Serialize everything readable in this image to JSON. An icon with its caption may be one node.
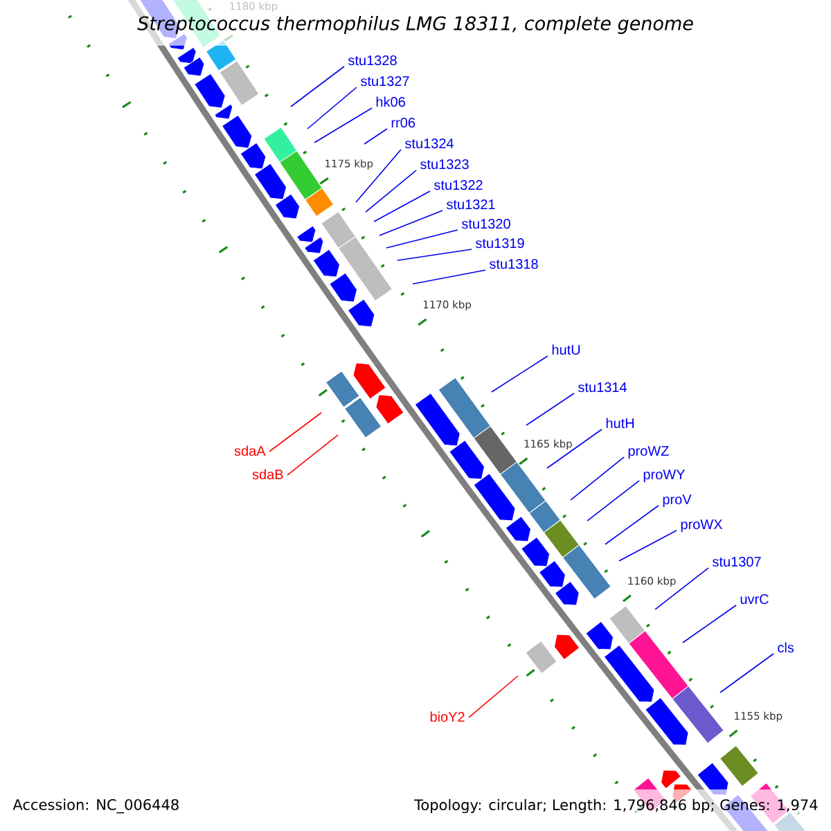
{
  "diagram": {
    "title": "Streptococcus thermophilus LMG 18311, complete genome",
    "nodes": [
      {
        "text": [
          "stu1328"
        ]
      },
      {
        "text": [
          "stu1327"
        ]
      },
      {
        "text": [
          "hk06"
        ]
      },
      {
        "text": [
          "rr06"
        ]
      },
      {
        "text": [
          "stu1324"
        ]
      },
      {
        "text": [
          "stu1323"
        ]
      },
      {
        "text": [
          "stu1322"
        ]
      },
      {
        "text": [
          "stu1321"
        ]
      },
      {
        "text": [
          "stu1320"
        ]
      },
      {
        "text": [
          "stu1319"
        ]
      },
      {
        "text": [
          "stu1318"
        ]
      },
      {
        "text": [
          "hutU"
        ]
      },
      {
        "text": [
          "stu1314"
        ]
      },
      {
        "text": [
          "hutH"
        ]
      },
      {
        "text": [
          "sdaA"
        ]
      },
      {
        "text": [
          "proWZ"
        ]
      },
      {
        "text": [
          "sdaB"
        ]
      },
      {
        "text": [
          "proWY"
        ]
      },
      {
        "text": [
          "proV"
        ]
      },
      {
        "text": [
          "proWX"
        ]
      },
      {
        "text": [
          "stu1307"
        ]
      },
      {
        "text": [
          "uvrC"
        ]
      },
      {
        "text": [
          "cls"
        ]
      },
      {
        "text": [
          "bioY2"
        ]
      }
    ],
    "edges": [
      {
        "from": 0,
        "to": null,
        "arrow": "none"
      },
      {
        "from": 1,
        "to": null,
        "arrow": "none"
      },
      {
        "from": 2,
        "to": null,
        "arrow": "none"
      },
      {
        "from": 3,
        "to": null,
        "arrow": "none"
      },
      {
        "from": 4,
        "to": null,
        "arrow": "none"
      },
      {
        "from": 5,
        "to": null,
        "arrow": "none"
      },
      {
        "from": 6,
        "to": null,
        "arrow": "none"
      },
      {
        "from": 7,
        "to": null,
        "arrow": "none"
      },
      {
        "from": 8,
        "to": null,
        "arrow": "none"
      },
      {
        "from": 9,
        "to": null,
        "arrow": "none"
      },
      {
        "from": 10,
        "to": null,
        "arrow": "none"
      },
      {
        "from": 11,
        "to": null,
        "arrow": "none"
      },
      {
        "from": 12,
        "to": null,
        "arrow": "none"
      },
      {
        "from": 13,
        "to": null,
        "arrow": "none"
      },
      {
        "from": 14,
        "to": null,
        "arrow": "none",
        "color": "#ff0000"
      },
      {
        "from": 15,
        "to": null,
        "arrow": "none"
      },
      {
        "from": 16,
        "to": null,
        "arrow": "none",
        "color": "#ff0000"
      },
      {
        "from": 17,
        "to": null,
        "arrow": "none"
      },
      {
        "from": 18,
        "to": null,
        "arrow": "none"
      },
      {
        "from": 19,
        "to": null,
        "arrow": "none"
      },
      {
        "from": 20,
        "to": null,
        "arrow": "none"
      },
      {
        "from": 21,
        "to": null,
        "arrow": "none"
      },
      {
        "from": 22,
        "to": null,
        "arrow": "none"
      },
      {
        "from": 23,
        "to": null,
        "arrow": "none",
        "color": "#ff0000"
      }
    ],
    "labels": [
      "1180 kbp",
      "1175 kbp",
      "1170 kbp",
      "1165 kbp",
      "1160 kbp",
      "1155 kbp",
      "Accession: NC_006448",
      "Topology: circular; Length: 1,796,846 bp; Genes: 1,974"
    ]
  }
}
